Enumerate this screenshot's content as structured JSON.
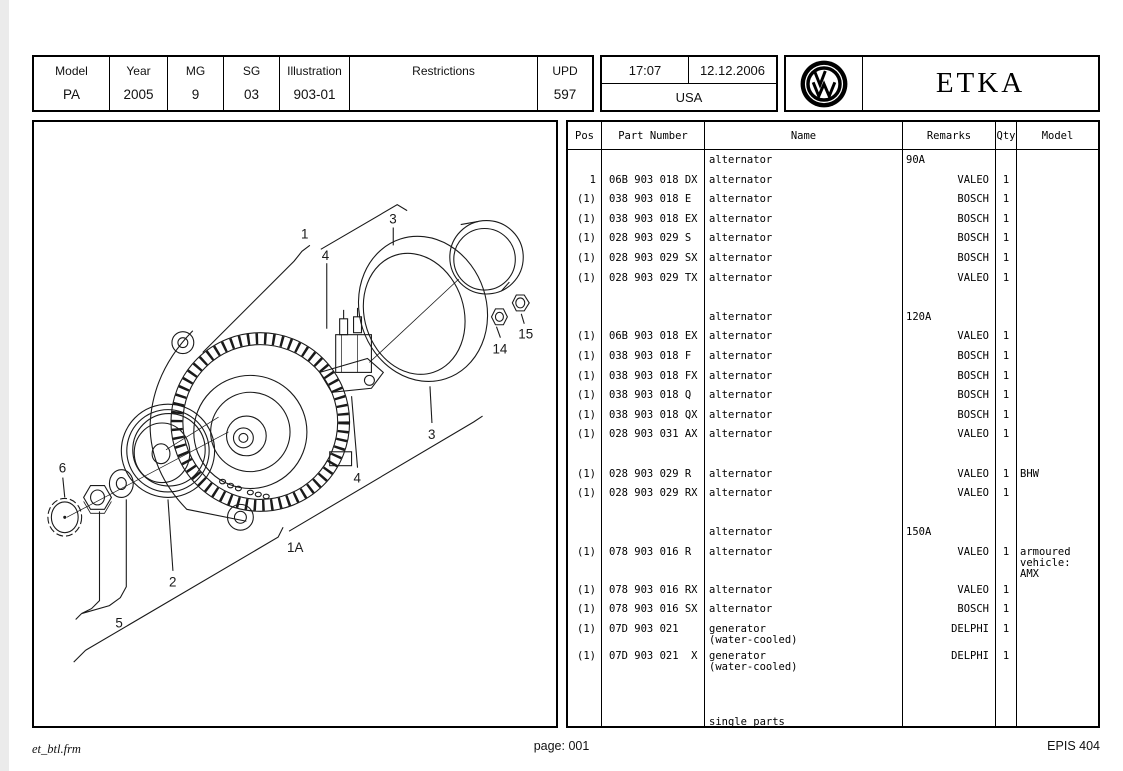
{
  "header": {
    "fields": [
      {
        "label": "Model",
        "value": "PA"
      },
      {
        "label": "Year",
        "value": "2005"
      },
      {
        "label": "MG",
        "value": "9"
      },
      {
        "label": "SG",
        "value": "03"
      },
      {
        "label": "Illustration",
        "value": "903-01"
      },
      {
        "label": "Restrictions",
        "value": ""
      },
      {
        "label": "UPD",
        "value": "597"
      }
    ],
    "time": "17:07",
    "date": "12.12.2006",
    "region": "USA",
    "brand": "ETKA",
    "logo": "vw-roundel"
  },
  "table": {
    "columns": [
      "Pos",
      "Part Number",
      "Name",
      "Remarks",
      "Qty",
      "Model"
    ],
    "rows": [
      {
        "pos": "",
        "part": "",
        "name": "alternator",
        "remarks": "90A",
        "ralign": "left",
        "qty": "",
        "model": ""
      },
      {
        "pos": "1",
        "part": "06B 903 018 DX",
        "name": "alternator",
        "remarks": "VALEO",
        "ralign": "right",
        "qty": "1",
        "model": ""
      },
      {
        "pos": "(1)",
        "part": "038 903 018 E",
        "name": "alternator",
        "remarks": "BOSCH",
        "ralign": "right",
        "qty": "1",
        "model": ""
      },
      {
        "pos": "(1)",
        "part": "038 903 018 EX",
        "name": "alternator",
        "remarks": "BOSCH",
        "ralign": "right",
        "qty": "1",
        "model": ""
      },
      {
        "pos": "(1)",
        "part": "028 903 029 S",
        "name": "alternator",
        "remarks": "BOSCH",
        "ralign": "right",
        "qty": "1",
        "model": ""
      },
      {
        "pos": "(1)",
        "part": "028 903 029 SX",
        "name": "alternator",
        "remarks": "BOSCH",
        "ralign": "right",
        "qty": "1",
        "model": ""
      },
      {
        "pos": "(1)",
        "part": "028 903 029 TX",
        "name": "alternator",
        "remarks": "VALEO",
        "ralign": "right",
        "qty": "1",
        "model": ""
      },
      {
        "spacer": true
      },
      {
        "pos": "",
        "part": "",
        "name": "alternator",
        "remarks": "120A",
        "ralign": "left",
        "qty": "",
        "model": ""
      },
      {
        "pos": "(1)",
        "part": "06B 903 018 EX",
        "name": "alternator",
        "remarks": "VALEO",
        "ralign": "right",
        "qty": "1",
        "model": ""
      },
      {
        "pos": "(1)",
        "part": "038 903 018 F",
        "name": "alternator",
        "remarks": "BOSCH",
        "ralign": "right",
        "qty": "1",
        "model": ""
      },
      {
        "pos": "(1)",
        "part": "038 903 018 FX",
        "name": "alternator",
        "remarks": "BOSCH",
        "ralign": "right",
        "qty": "1",
        "model": ""
      },
      {
        "pos": "(1)",
        "part": "038 903 018 Q",
        "name": "alternator",
        "remarks": "BOSCH",
        "ralign": "right",
        "qty": "1",
        "model": ""
      },
      {
        "pos": "(1)",
        "part": "038 903 018 QX",
        "name": "alternator",
        "remarks": "BOSCH",
        "ralign": "right",
        "qty": "1",
        "model": ""
      },
      {
        "pos": "(1)",
        "part": "028 903 031 AX",
        "name": "alternator",
        "remarks": "VALEO",
        "ralign": "right",
        "qty": "1",
        "model": ""
      },
      {
        "spacer": true
      },
      {
        "pos": "(1)",
        "part": "028 903 029 R",
        "name": "alternator",
        "remarks": "VALEO",
        "ralign": "right",
        "qty": "1",
        "model": "BHW"
      },
      {
        "pos": "(1)",
        "part": "028 903 029 RX",
        "name": "alternator",
        "remarks": "VALEO",
        "ralign": "right",
        "qty": "1",
        "model": ""
      },
      {
        "spacer": true
      },
      {
        "pos": "",
        "part": "",
        "name": "alternator",
        "remarks": "150A",
        "ralign": "left",
        "qty": "",
        "model": ""
      },
      {
        "pos": "(1)",
        "part": "078 903 016 R",
        "name": "alternator",
        "remarks": "VALEO",
        "ralign": "right",
        "qty": "1",
        "model": "armoured\nvehicle:\nAMX"
      },
      {
        "pos": "(1)",
        "part": "078 903 016 RX",
        "name": "alternator",
        "remarks": "VALEO",
        "ralign": "right",
        "qty": "1",
        "model": ""
      },
      {
        "pos": "(1)",
        "part": "078 903 016 SX",
        "name": "alternator",
        "remarks": "BOSCH",
        "ralign": "right",
        "qty": "1",
        "model": ""
      },
      {
        "pos": "(1)",
        "part": "07D 903 021",
        "name": "generator\n(water-cooled)",
        "remarks": "DELPHI",
        "ralign": "right",
        "qty": "1",
        "model": ""
      },
      {
        "pos": "(1)",
        "part": "07D 903 021  X",
        "name": "generator\n(water-cooled)",
        "remarks": "DELPHI",
        "ralign": "right",
        "qty": "1",
        "model": ""
      },
      {
        "spacer": true
      },
      {
        "spacer": true
      },
      {
        "pos": "",
        "part": "",
        "name": "single parts",
        "remarks": "",
        "ralign": "left",
        "qty": "",
        "model": ""
      }
    ]
  },
  "drawing": {
    "subject": "alternator exploded view",
    "callouts": [
      {
        "id": "c1",
        "label": "1"
      },
      {
        "id": "c4-top",
        "label": "4"
      },
      {
        "id": "c3-top",
        "label": "3"
      },
      {
        "id": "c14",
        "label": "14"
      },
      {
        "id": "c15",
        "label": "15"
      },
      {
        "id": "c3-side",
        "label": "3"
      },
      {
        "id": "c4-side",
        "label": "4"
      },
      {
        "id": "c1A",
        "label": "1A"
      },
      {
        "id": "c2",
        "label": "2"
      },
      {
        "id": "c5",
        "label": "5"
      },
      {
        "id": "c6",
        "label": "6"
      }
    ]
  },
  "footer": {
    "file": "et_btl.frm",
    "page": "page: 001",
    "system": "EPIS 404"
  }
}
